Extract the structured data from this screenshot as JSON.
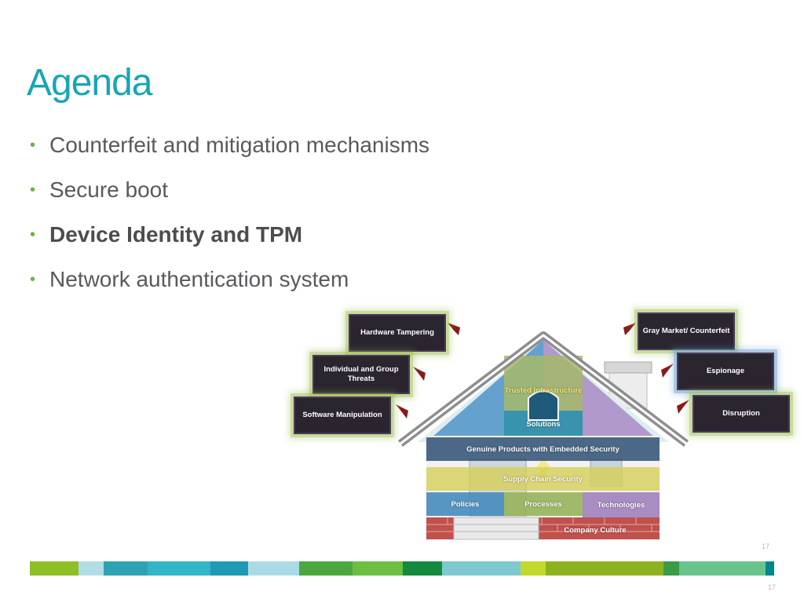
{
  "slide": {
    "title": "Agenda",
    "bullets": [
      {
        "text": "Counterfeit and mitigation mechanisms",
        "bold": false
      },
      {
        "text": "Secure boot",
        "bold": false
      },
      {
        "text": "Device Identity and TPM",
        "bold": true
      },
      {
        "text": "Network authentication system",
        "bold": false
      }
    ],
    "page_number_upper": "17",
    "page_number_lower": "17"
  },
  "diagram": {
    "threats_left": [
      "Hardware Tampering",
      "Individual and Group Threats",
      "Software Manipulation"
    ],
    "threats_right": [
      "Gray Market/ Counterfeit",
      "Espionage",
      "Disruption"
    ],
    "bands": {
      "trusted_infrastructure": "Trusted Infrastructure",
      "solutions": "Solutions",
      "genuine_products": "Genuine Products with Embedded Security",
      "supply_chain": "Supply Chain Security",
      "policies": "Policies",
      "processes": "Processes",
      "technologies": "Technologies",
      "company_culture": "Company Culture"
    }
  },
  "colors": {
    "title": "#17a6b4",
    "bullet_dot": "#6cb33f",
    "body_text": "#58595b",
    "threat_box": "#2b2530",
    "arrow": "#8b1a1a",
    "footer_strip": [
      "#8fbf26",
      "#b3dde6",
      "#2ea2b3",
      "#33b5c8",
      "#1e9ab4",
      "#a9dbe6",
      "#4aa83f",
      "#6cbf43",
      "#138a3e",
      "#7ec8d0",
      "#c3d92c",
      "#8db21f",
      "#3c9b48",
      "#68c48c",
      "#00878a"
    ]
  }
}
